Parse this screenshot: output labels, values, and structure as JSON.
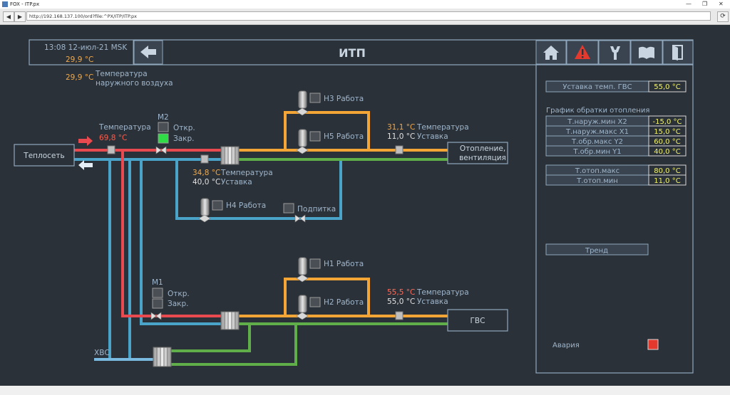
{
  "window": {
    "title": "FOX - ITP.px"
  },
  "browser": {
    "url": "http://192.168.137.100/ord?file:^PX/ITP/ITP.px"
  },
  "header": {
    "datetime": "13:08 12-июл-21 MSK",
    "outside_temp": "29,9 °C",
    "title": "ИТП"
  },
  "outside": {
    "value": "29,9 °C",
    "label_line1": "Температура",
    "label_line2": "наружного воздуха"
  },
  "nav": {
    "home": "home-icon",
    "alarm": "alarm-icon",
    "tools": "wrench-icon",
    "docs": "book-icon",
    "exit": "exit-door-icon"
  },
  "boxes": {
    "teploset": "Теплосеть",
    "heating_line1": "Отопление,",
    "heating_line2": "вентиляция",
    "gvs": "ГВС"
  },
  "supply": {
    "label": "Температура",
    "value": "69,8 °C"
  },
  "valve_m2": {
    "name": "M2",
    "open": "Откр.",
    "closed": "Закр."
  },
  "valve_m1": {
    "name": "M1",
    "open": "Откр.",
    "closed": "Закр."
  },
  "pumps": {
    "h3": "Н3 Работа",
    "h5": "Н5 Работа",
    "h4": "Н4 Работа",
    "h1": "Н1 Работа",
    "h2": "Н2 Работа",
    "makeup": "Подпитка"
  },
  "heating": {
    "value": "31,1 °C",
    "label": "Температура",
    "setpoint": "11,0 °C",
    "setpoint_label": "Уставка"
  },
  "return": {
    "value": "34,8 °C",
    "label": "Температура",
    "setpoint": "40,0 °C",
    "setpoint_label": "Уставка"
  },
  "dhw": {
    "value": "55,5 °C",
    "label": "Температура",
    "setpoint": "55,0 °C",
    "setpoint_label": "Уставка"
  },
  "cold_water": "ХВС",
  "panel": {
    "gvs_setpoint": {
      "label": "Уставка темп. ГВС",
      "value": "55,0 °C"
    },
    "graph_title": "График обратки отопления",
    "graph_rows": [
      {
        "label": "Т.наруж.мин X2",
        "value": "-15,0 °C"
      },
      {
        "label": "Т.наруж.макс X1",
        "value": "15,0 °C"
      },
      {
        "label": "Т.обр.макс Y2",
        "value": "60,0 °C"
      },
      {
        "label": "Т.обр.мин Y1",
        "value": "40,0 °C"
      }
    ],
    "heat_rows": [
      {
        "label": "Т.отоп.макс",
        "value": "80,0 °C"
      },
      {
        "label": "Т.отоп.мин",
        "value": "11,0 °C"
      }
    ],
    "trend": "Тренд",
    "alarm": "Авария"
  },
  "colors": {
    "bg": "#2b3138",
    "border": "#8fa7bd",
    "hot": "#e84a4f",
    "cold": "#4aa3c8",
    "orange": "#f3a535",
    "green": "#5fae4a",
    "value_yellow": "#f3f36a",
    "label_blue": "#9fb6cc",
    "temp_red": "#ff6b5a",
    "temp_orange": "#f1a94a"
  }
}
